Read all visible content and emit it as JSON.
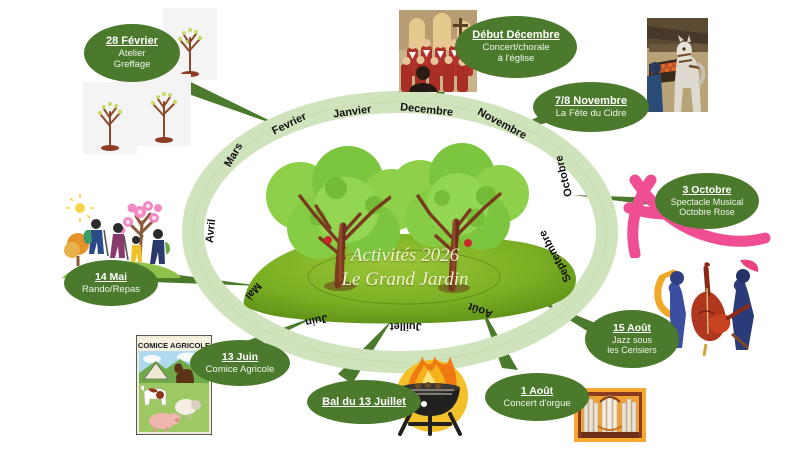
{
  "poster": {
    "center_title_line1": "Activités 2026",
    "center_title_line2": "Le Grand Jardin",
    "accent_green": "#4b7a2c",
    "ring_green": "#cfe3bc",
    "title_cream": "#f7f2cf",
    "pink": "#ef4e93"
  },
  "ring": {
    "months": [
      {
        "label": "Janvier"
      },
      {
        "label": "Fevrier"
      },
      {
        "label": "Mars"
      },
      {
        "label": "Avril"
      },
      {
        "label": "Mai"
      },
      {
        "label": "Juin"
      },
      {
        "label": "Juillet"
      },
      {
        "label": "Août"
      },
      {
        "label": "Septembre"
      },
      {
        "label": "Octobre"
      },
      {
        "label": "Novembre"
      },
      {
        "label": "Decembre"
      }
    ]
  },
  "events": [
    {
      "id": "fevrier",
      "title": "28 Février",
      "line2": "Atelier",
      "line3": "Greffage",
      "image_name": "grafted-sapling-tree-image"
    },
    {
      "id": "decembre",
      "title": "Début Décembre",
      "line2": "Concert/chorale",
      "line3": "á l'église",
      "image_name": "church-choir-image"
    },
    {
      "id": "novembre",
      "title": "7/8 Novembre",
      "line2": "La Fête du  Cidre",
      "line3": "",
      "image_name": "cider-horse-cart-image"
    },
    {
      "id": "octobre",
      "title": "3 Octobre",
      "line2": "Spectacle Musical",
      "line3": "Octobre Rose",
      "image_name": "pink-ribbon-image"
    },
    {
      "id": "aout15",
      "title": "15 Août",
      "line2": "Jazz sous",
      "line3": "les Cerisiers",
      "image_name": "jazz-trio-image"
    },
    {
      "id": "aout1",
      "title": "1 Août",
      "line2": "Concert d'orgue",
      "line3": "",
      "image_name": "pipe-organ-image"
    },
    {
      "id": "juillet",
      "title": "Bal du 13 Juillet",
      "line2": "",
      "line3": "",
      "image_name": "barbecue-grill-image"
    },
    {
      "id": "juin",
      "title": "13 Juin",
      "line2": "Comice Agricole",
      "line3": "",
      "image_name": "comice-agricole-poster-image"
    },
    {
      "id": "mai",
      "title": "14 Mai",
      "line2": "Rando/Repas",
      "line3": "",
      "image_name": "hikers-spring-image"
    }
  ],
  "comice_poster": {
    "heading": "COMICE AGRICOLE"
  }
}
